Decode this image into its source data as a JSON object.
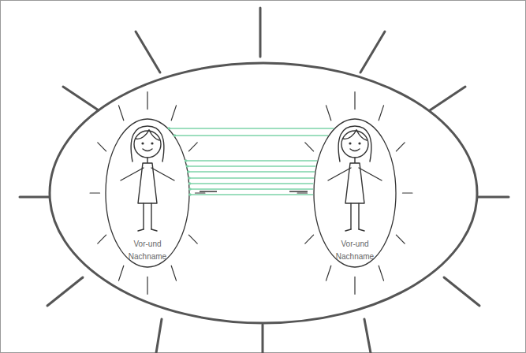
{
  "diagram": {
    "nodes": [
      {
        "text": [
          "Vor-und Nachname"
        ]
      },
      {
        "text": [
          "Vor-und Nachname"
        ]
      }
    ],
    "edges": [
      {
        "from": 0,
        "to": 1,
        "arrow": "none"
      },
      {
        "from": 0,
        "to": 1,
        "arrow": "none"
      },
      {
        "from": 0,
        "to": 1,
        "arrow": "none"
      },
      {
        "from": 0,
        "to": 1,
        "arrow": "none"
      },
      {
        "from": 0,
        "to": 1,
        "arrow": "none"
      },
      {
        "from": 0,
        "to": 1,
        "arrow": "none"
      },
      {
        "from": 0,
        "to": 1,
        "arrow": "none"
      },
      {
        "from": 0,
        "to": 1,
        "arrow": "none"
      },
      {
        "from": 0,
        "to": 1,
        "arrow": "none"
      }
    ]
  }
}
